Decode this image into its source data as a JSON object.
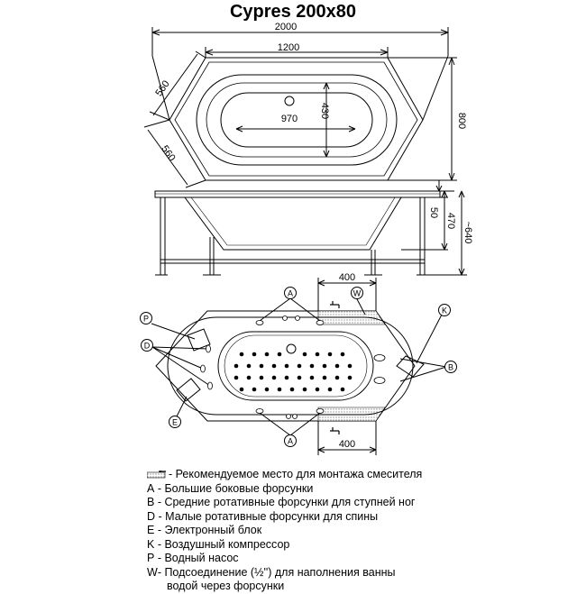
{
  "title": "Cypres 200x80",
  "top_view": {
    "dims": {
      "overall_length": "2000",
      "flat_side": "1200",
      "angled_side_top": "560",
      "angled_side_bottom": "560",
      "inner_length": "970",
      "inner_width": "430",
      "overall_width": "800"
    }
  },
  "side_view": {
    "dims": {
      "rim": "50",
      "depth": "470",
      "height": "~640"
    }
  },
  "jet_view": {
    "dims": {
      "mixer_zone_top": "400",
      "mixer_zone_bottom": "400"
    },
    "callouts": {
      "A_top": "A",
      "A_bottom": "A",
      "B": "B",
      "D": "D",
      "E": "E",
      "K": "K",
      "P": "P",
      "W": "W"
    }
  },
  "legend": [
    {
      "key": "",
      "text": "- Рекомендуемое место для монтажа смесителя",
      "icon": "mixer-zone-icon"
    },
    {
      "key": "A",
      "text": " - Большие боковые форсунки"
    },
    {
      "key": "B",
      "text": " - Средние ротативные форсунки для ступней ног"
    },
    {
      "key": "D",
      "text": " - Малые ротативные форсунки для спины"
    },
    {
      "key": "E",
      "text": " - Электронный блок"
    },
    {
      "key": "K",
      "text": " - Воздушный компрессор"
    },
    {
      "key": "P",
      "text": " - Водный насос"
    },
    {
      "key": "W",
      "text": "- Подсоединение (½'') для наполнения ванны"
    },
    {
      "key": "",
      "text": "водой через форсунки"
    }
  ]
}
